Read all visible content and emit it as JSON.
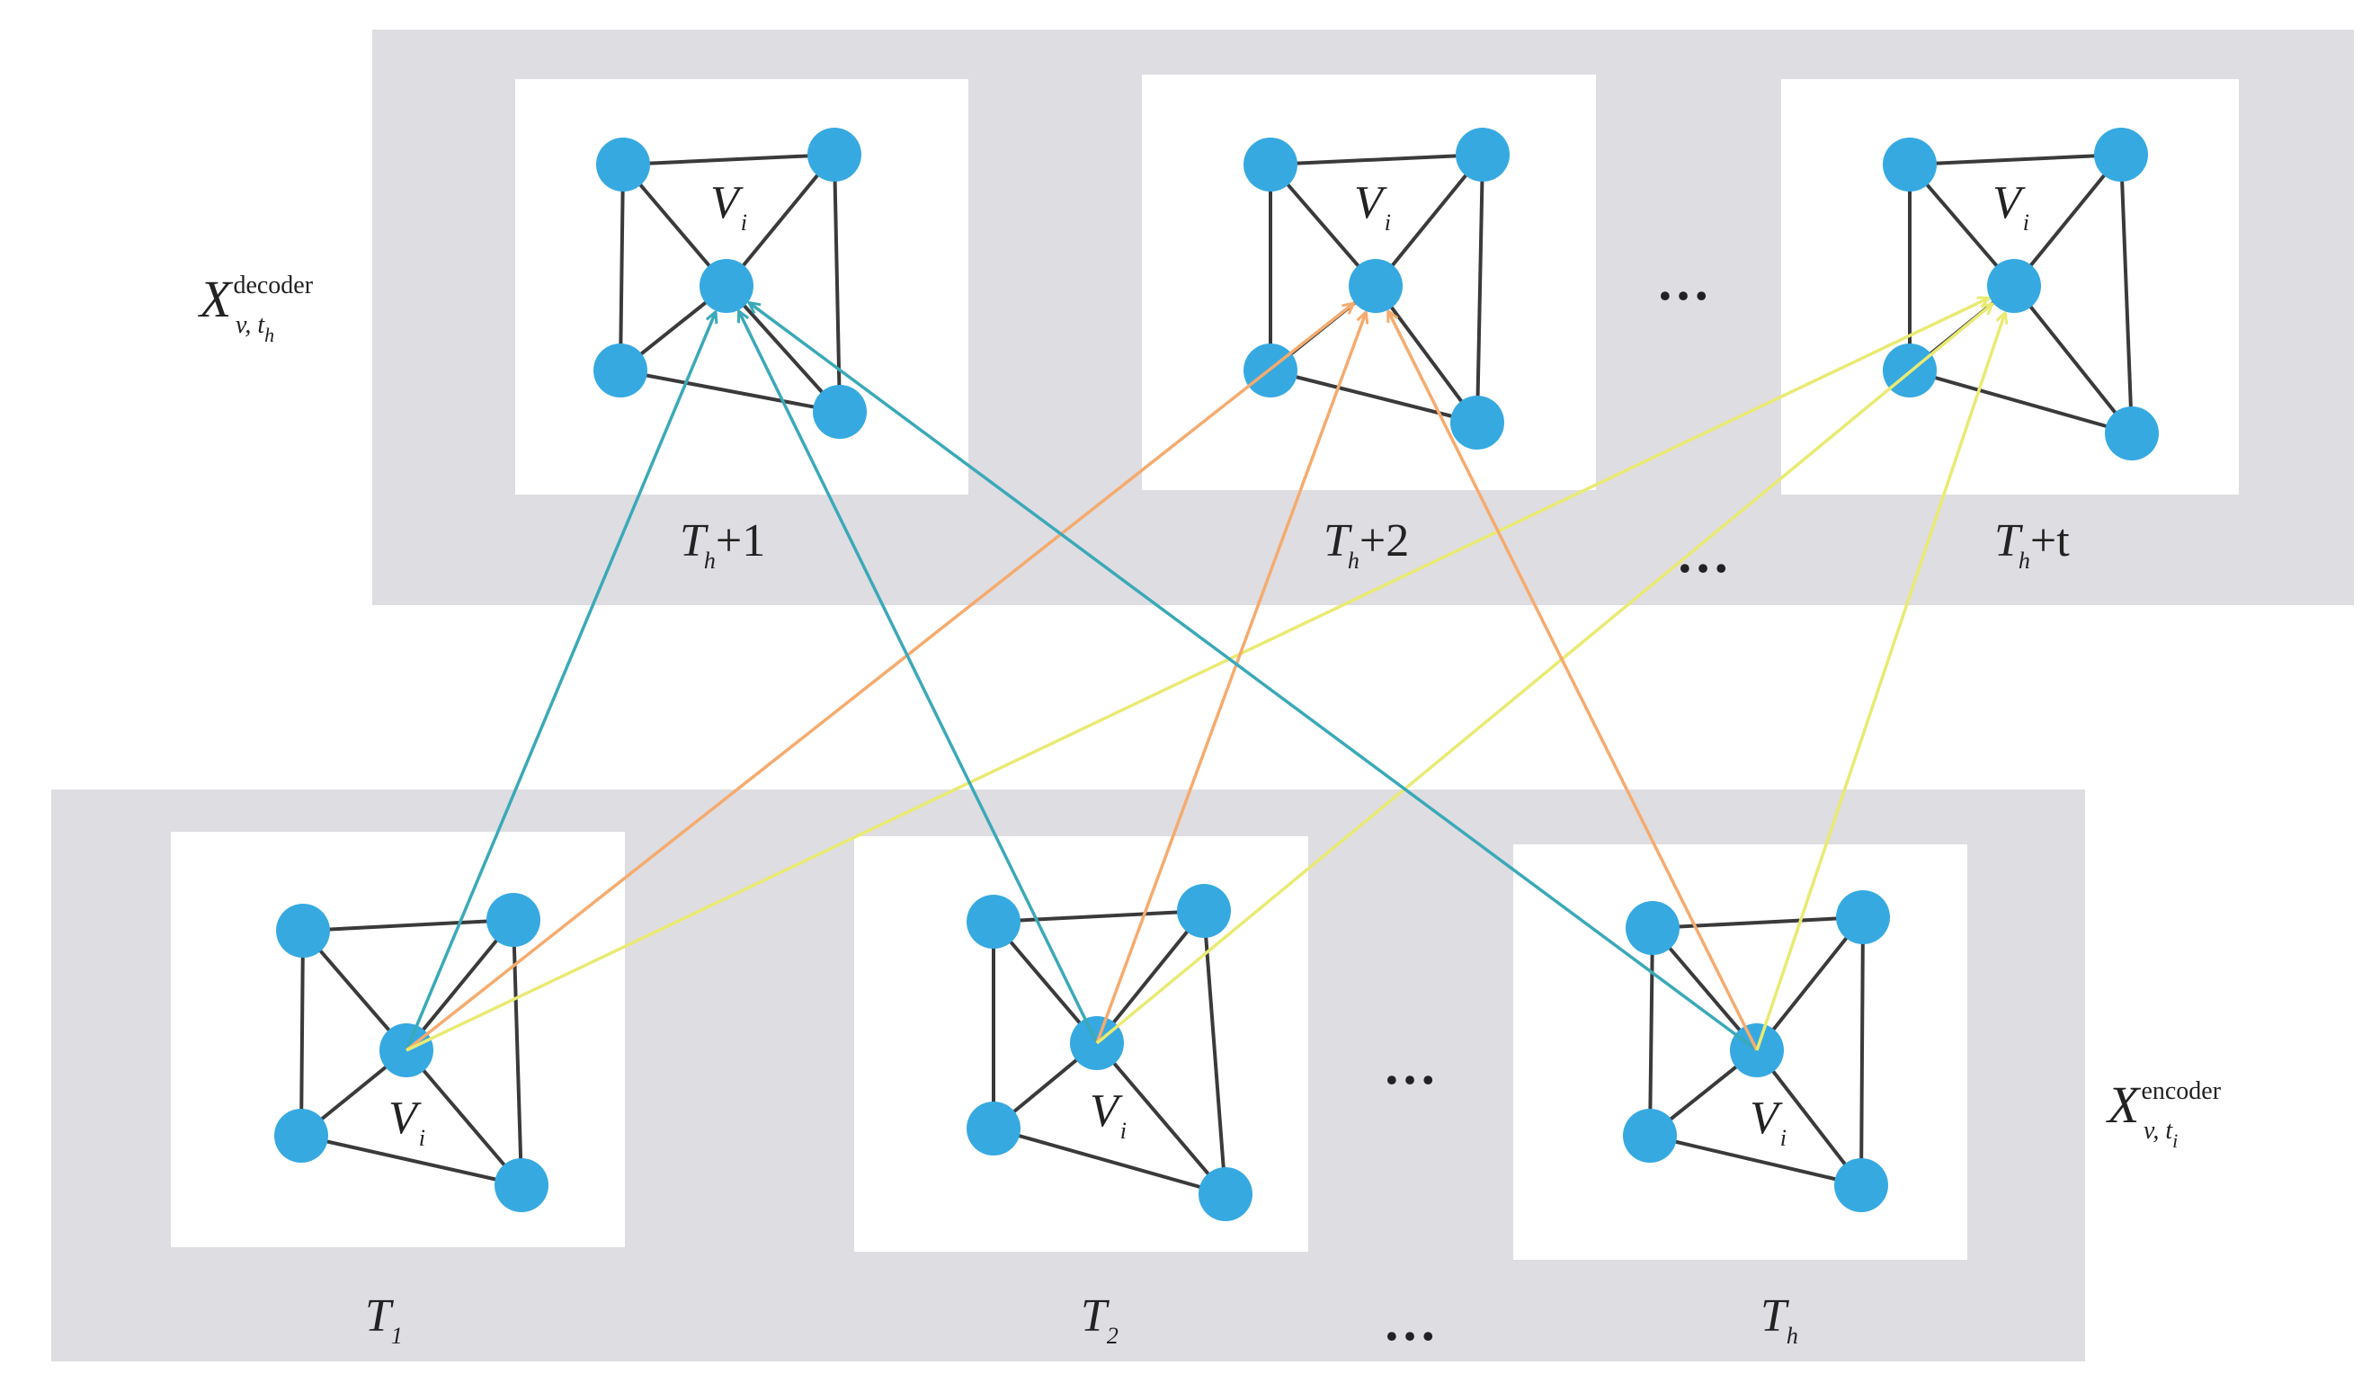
{
  "decoder_label": {
    "main": "X",
    "sub": "v, t",
    "sub2": "h",
    "sup": "decoder"
  },
  "encoder_label": {
    "main": "X",
    "sub": "v, t",
    "sub2": "i",
    "sup": "encoder"
  },
  "node_label": {
    "main": "V",
    "sub": "i"
  },
  "ellipsis": "…",
  "decoder_steps": [
    {
      "main": "T",
      "sub": "h",
      "suffix": "+1"
    },
    {
      "main": "T",
      "sub": "h",
      "suffix": "+2"
    },
    {
      "main": "T",
      "sub": "h",
      "suffix": "+t"
    }
  ],
  "encoder_steps": [
    {
      "main": "T",
      "sub": "1",
      "suffix": ""
    },
    {
      "main": "T",
      "sub": "2",
      "suffix": ""
    },
    {
      "main": "T",
      "sub": "h",
      "suffix": ""
    }
  ],
  "colors": {
    "panel_bg": "#dedde2",
    "frame_bg": "#ffffff",
    "node": "#36a9e1",
    "edge": "#3a3a3a",
    "teal": "#3aa9b8",
    "orange": "#f5ab6e",
    "yellow": "#e9ea72"
  }
}
